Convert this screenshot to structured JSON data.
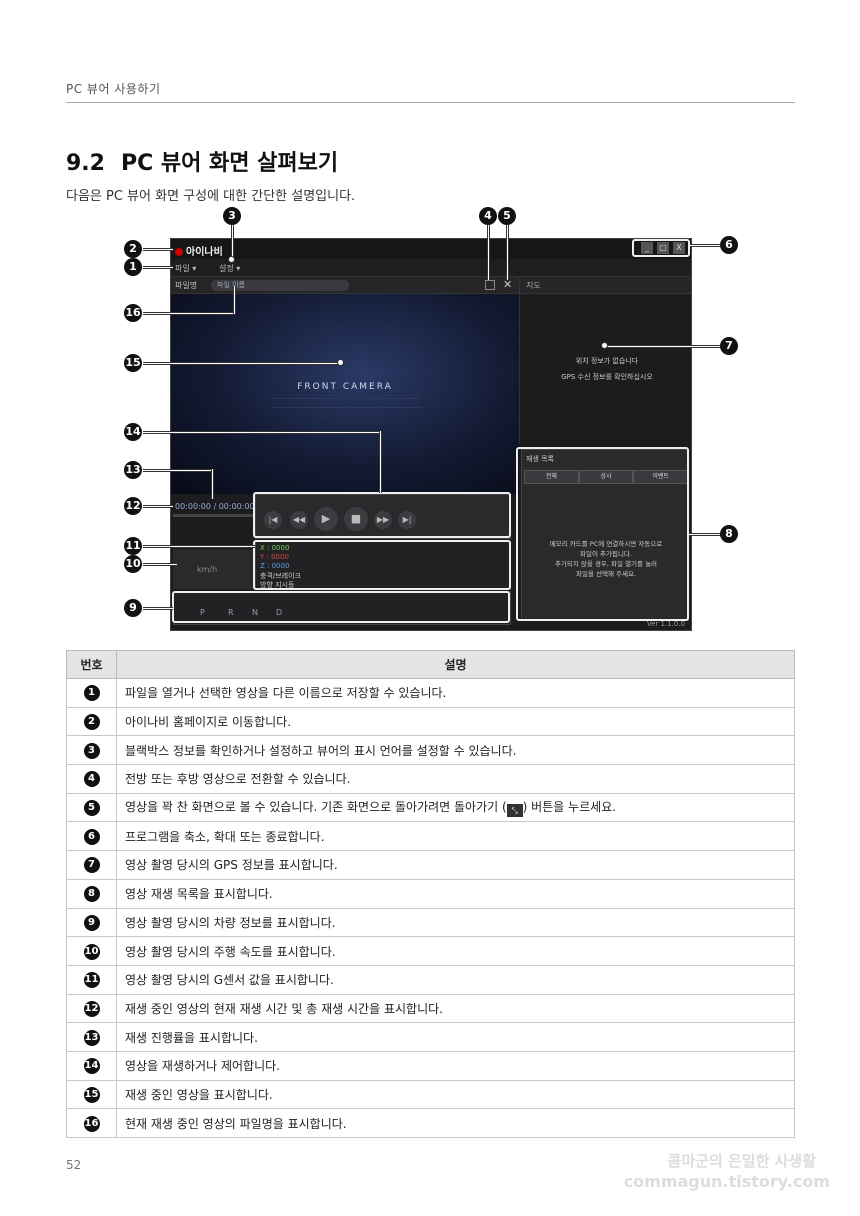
{
  "header": {
    "section_name": "PC 뷰어 사용하기"
  },
  "title": {
    "number": "9.2",
    "text": "PC 뷰어 화면 살펴보기"
  },
  "intro": "다음은 PC 뷰어 화면 구성에 대한 간단한 설명입니다.",
  "viewer": {
    "logo": "아이나비",
    "window_buttons": [
      "_",
      "□",
      "X"
    ],
    "menus": [
      "파일 ▾",
      "설정 ▾"
    ],
    "file_label": "파일명",
    "file_value": "파일 이름",
    "gps_tab": "지도",
    "video_label": "FRONT CAMERA",
    "gps_msg": [
      "위치 정보가 없습니다",
      "GPS 수신 정보를 확인하십시오"
    ],
    "time": "00:00:00 / 00:00:00",
    "controls": [
      "|◀",
      "◀◀",
      "▶",
      "■",
      "▶▶",
      "▶|"
    ],
    "speed_unit": "km/h",
    "gsensor": [
      {
        "text": "X : 0000",
        "color": "#7ccf5a"
      },
      {
        "text": "Y : 0000",
        "color": "#e04848"
      },
      {
        "text": "Z : 0000",
        "color": "#5aa0e6"
      },
      {
        "text": "충격/브레이크",
        "color": "#cccccc"
      },
      {
        "text": "방향 지시등",
        "color": "#cccccc"
      }
    ],
    "gears": [
      "P",
      "R",
      "N",
      "D"
    ],
    "list_title": "재생 목록",
    "list_tabs": [
      "전체",
      "상시",
      "이벤트"
    ],
    "list_msg": [
      "메모리 카드를 PC에 연결하시면 자동으로",
      "파일이 추가됩니다.",
      "추가되지 않을 경우, 파일 열기를 눌러",
      "파일을 선택해 주세요."
    ],
    "version": "Ver 1.1.0.0"
  },
  "table": {
    "headers": [
      "번호",
      "설명"
    ],
    "rows": [
      {
        "n": "1",
        "d": "파일을 열거나 선택한 영상을 다른 이름으로 저장할 수 있습니다."
      },
      {
        "n": "2",
        "d": "아이나비 홈페이지로 이동합니다."
      },
      {
        "n": "3",
        "d": "블랙박스 정보를 확인하거나 설정하고 뷰어의 표시 언어를 설정할 수 있습니다."
      },
      {
        "n": "4",
        "d": "전방 또는 후방 영상으로 전환할 수 있습니다."
      },
      {
        "n": "5",
        "d": "영상을 꽉 찬 화면으로 볼 수 있습니다. 기존 화면으로 돌아가려면 돌아가기 (",
        "d2": ") 버튼을 누르세요."
      },
      {
        "n": "6",
        "d": "프로그램을 축소, 확대 또는 종료합니다."
      },
      {
        "n": "7",
        "d": "영상 촬영 당시의 GPS 정보를 표시합니다."
      },
      {
        "n": "8",
        "d": "영상 재생 목록을 표시합니다."
      },
      {
        "n": "9",
        "d": "영상 촬영 당시의 차량 정보를 표시합니다."
      },
      {
        "n": "10",
        "d": "영상 촬영 당시의 주행 속도를 표시합니다."
      },
      {
        "n": "11",
        "d": "영상 촬영 당시의 G센서 값을 표시합니다."
      },
      {
        "n": "12",
        "d": "재생 중인 영상의 현재 재생 시간 및 총 재생 시간을 표시합니다."
      },
      {
        "n": "13",
        "d": "재생 진행률을 표시합니다."
      },
      {
        "n": "14",
        "d": "영상을 재생하거나 제어합니다."
      },
      {
        "n": "15",
        "d": "재생 중인 영상을 표시합니다."
      },
      {
        "n": "16",
        "d": "현재 재생 중인 영상의 파일명을 표시합니다."
      }
    ]
  },
  "page_number": "52",
  "watermark": {
    "line1": "콤마군의 은밀한 사생활",
    "line2": "commagun.tistory.com"
  }
}
